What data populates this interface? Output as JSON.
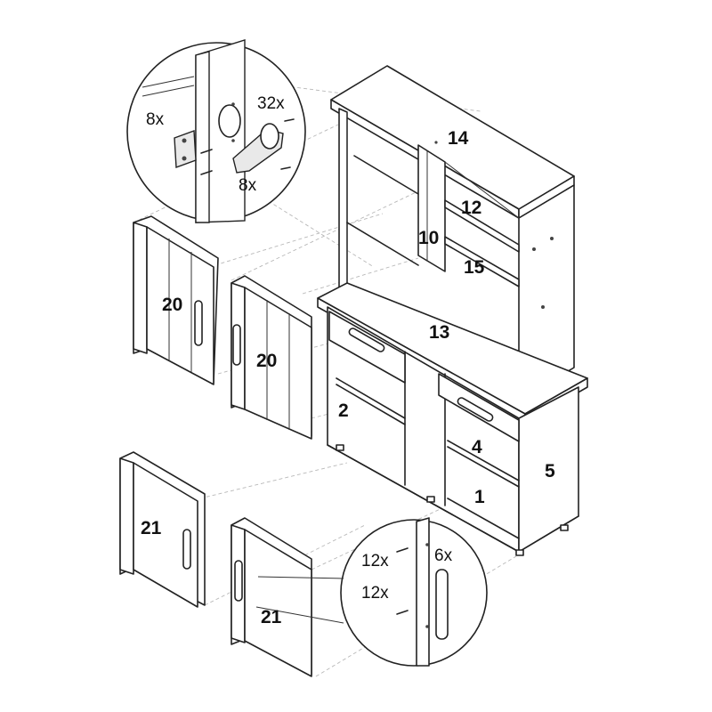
{
  "parts": {
    "p14": "14",
    "p12": "12",
    "p10": "10",
    "p15": "15",
    "p13": "13",
    "p2": "2",
    "p4": "4",
    "p1": "1",
    "p5": "5",
    "p20a": "20",
    "p20b": "20",
    "p21a": "21",
    "p21b": "21"
  },
  "hinge_detail": {
    "qty_screws_left": "8x",
    "qty_screws_top": "32x",
    "qty_hinges": "8x"
  },
  "handle_detail": {
    "qty_screws_upper": "12x",
    "qty_screws_lower": "12x",
    "qty_handles": "6x"
  }
}
